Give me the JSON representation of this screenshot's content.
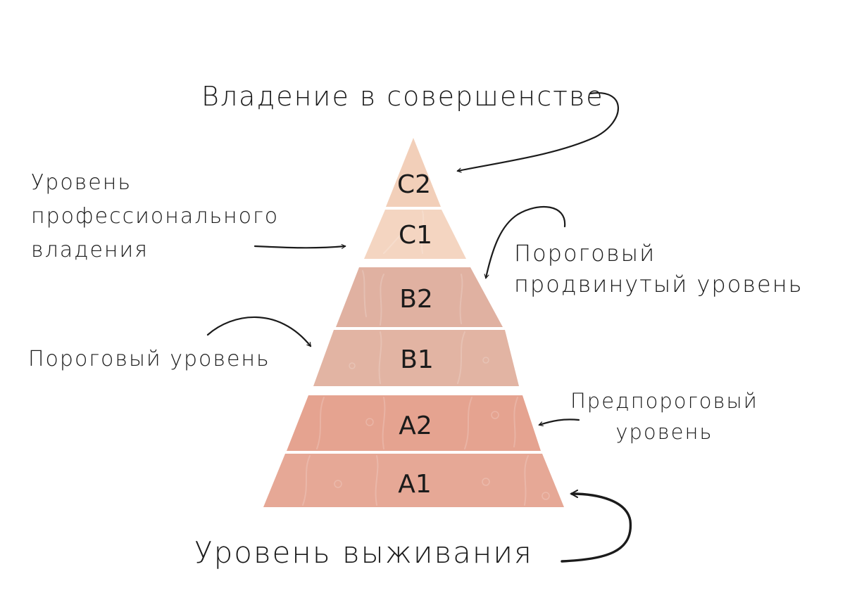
{
  "levels": [
    {
      "id": "c2",
      "label": "C2",
      "color": "#f2cfb9"
    },
    {
      "id": "c1",
      "label": "C1",
      "color": "#f4d5c1"
    },
    {
      "id": "b2",
      "label": "B2",
      "color": "#e0b1a1"
    },
    {
      "id": "b1",
      "label": "B1",
      "color": "#e2b4a3"
    },
    {
      "id": "a2",
      "label": "A2",
      "color": "#e5a390"
    },
    {
      "id": "a1",
      "label": "A1",
      "color": "#e6a896"
    }
  ],
  "annotations": {
    "mastery": "Владение в совершенстве",
    "professional": "Уровень\nпрофессионального\nвладения",
    "advanced_threshold": "Пороговый\nпродвинутый уровень",
    "threshold": "Пороговый уровень",
    "pre_threshold": "Предпороговый\nуровень",
    "survival": "Уровень выживания"
  }
}
